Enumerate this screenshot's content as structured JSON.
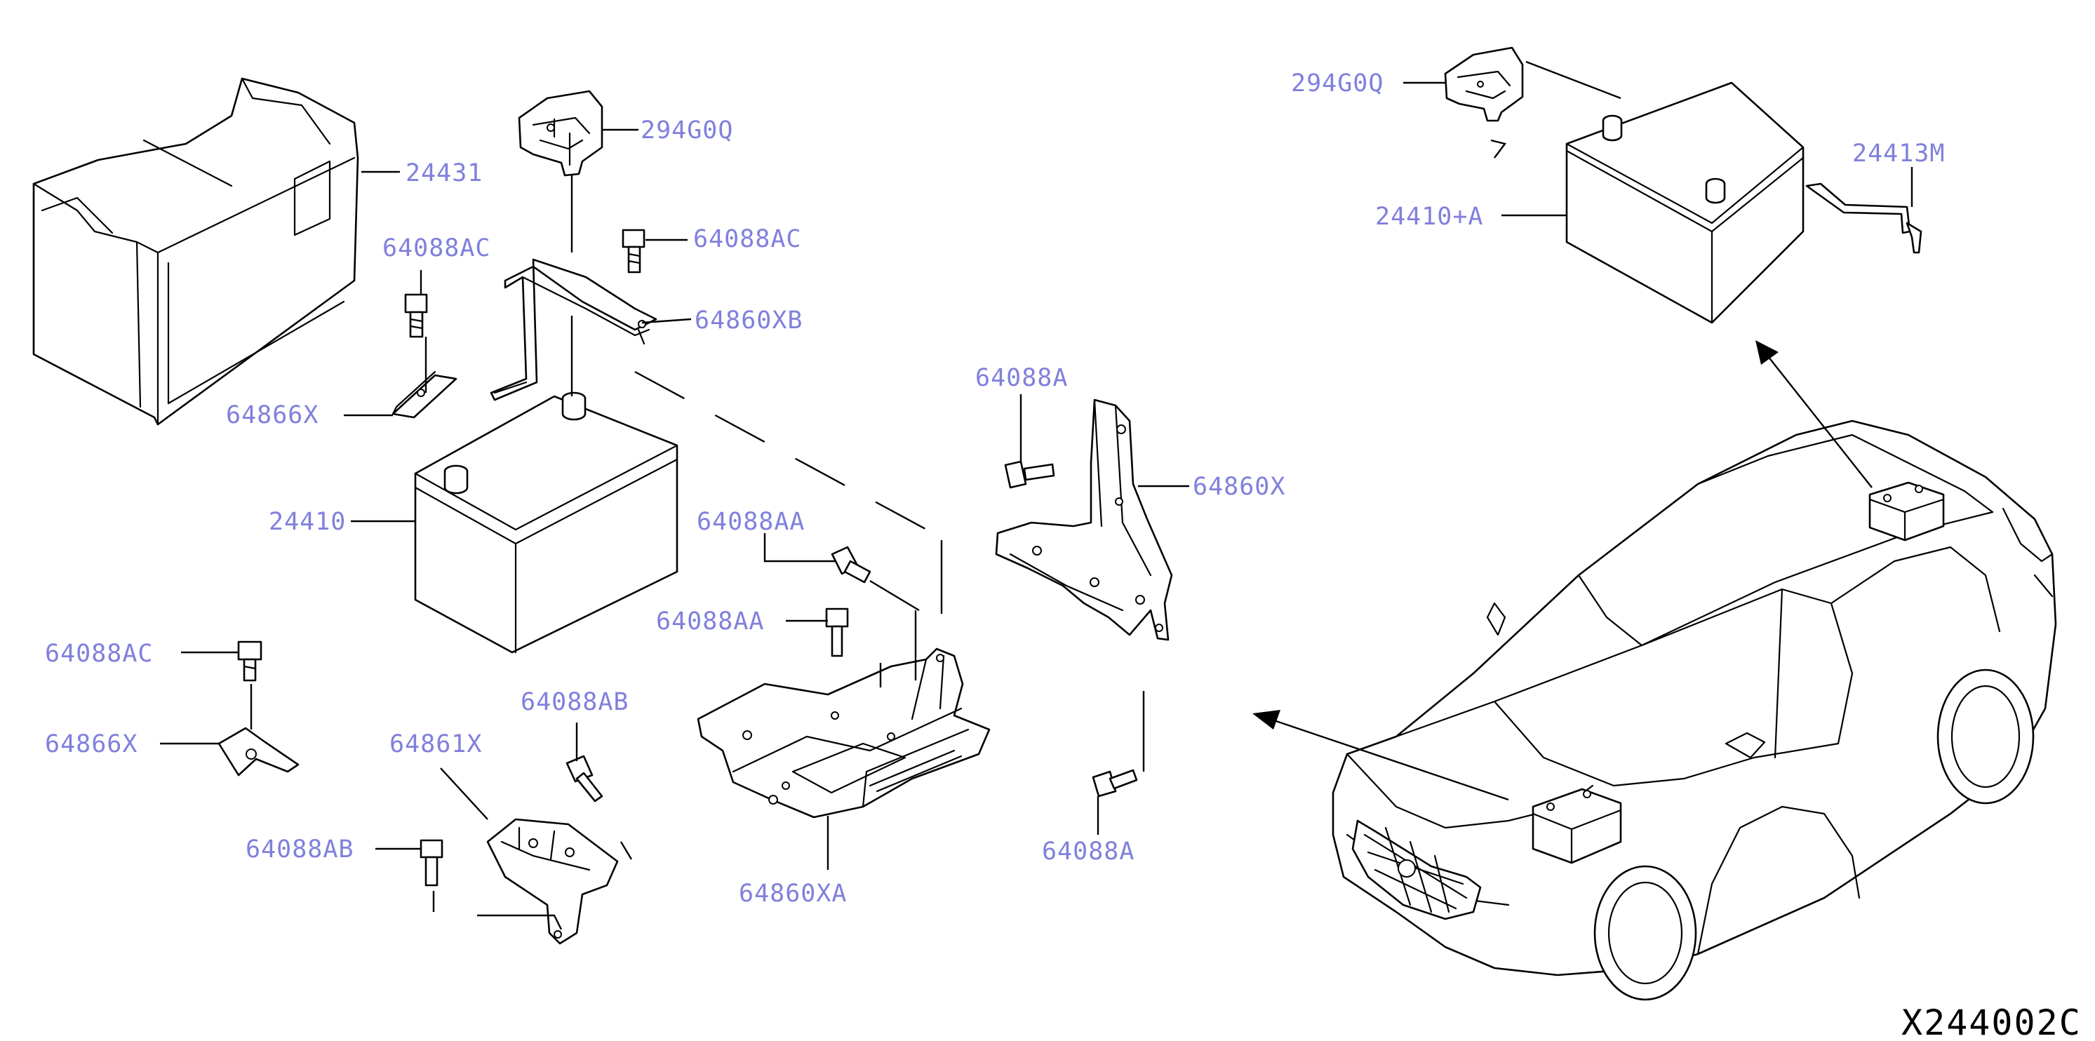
{
  "diagram": {
    "code": "X244002C",
    "label_color": "#8080dc",
    "line_color": "#000000",
    "callouts": [
      {
        "id": "24431",
        "text": "24431"
      },
      {
        "id": "294g0q-a",
        "text": "294G0Q"
      },
      {
        "id": "64088ac-a",
        "text": "64088AC"
      },
      {
        "id": "64088ac-b",
        "text": "64088AC"
      },
      {
        "id": "64860xb",
        "text": "64860XB"
      },
      {
        "id": "64866x-a",
        "text": "64866X"
      },
      {
        "id": "24410",
        "text": "24410"
      },
      {
        "id": "64088aa-a",
        "text": "64088AA"
      },
      {
        "id": "64088aa-b",
        "text": "64088AA"
      },
      {
        "id": "64088a-a",
        "text": "64088A"
      },
      {
        "id": "64860x",
        "text": "64860X"
      },
      {
        "id": "64088ac-c",
        "text": "64088AC"
      },
      {
        "id": "64866x-b",
        "text": "64866X"
      },
      {
        "id": "64088ab-a",
        "text": "64088AB"
      },
      {
        "id": "64861x",
        "text": "64861X"
      },
      {
        "id": "64088ab-b",
        "text": "64088AB"
      },
      {
        "id": "64860xa",
        "text": "64860XA"
      },
      {
        "id": "64088a-b",
        "text": "64088A"
      },
      {
        "id": "294g0q-b",
        "text": "294G0Q"
      },
      {
        "id": "24410a",
        "text": "24410+A"
      },
      {
        "id": "24413m",
        "text": "24413M"
      }
    ]
  }
}
